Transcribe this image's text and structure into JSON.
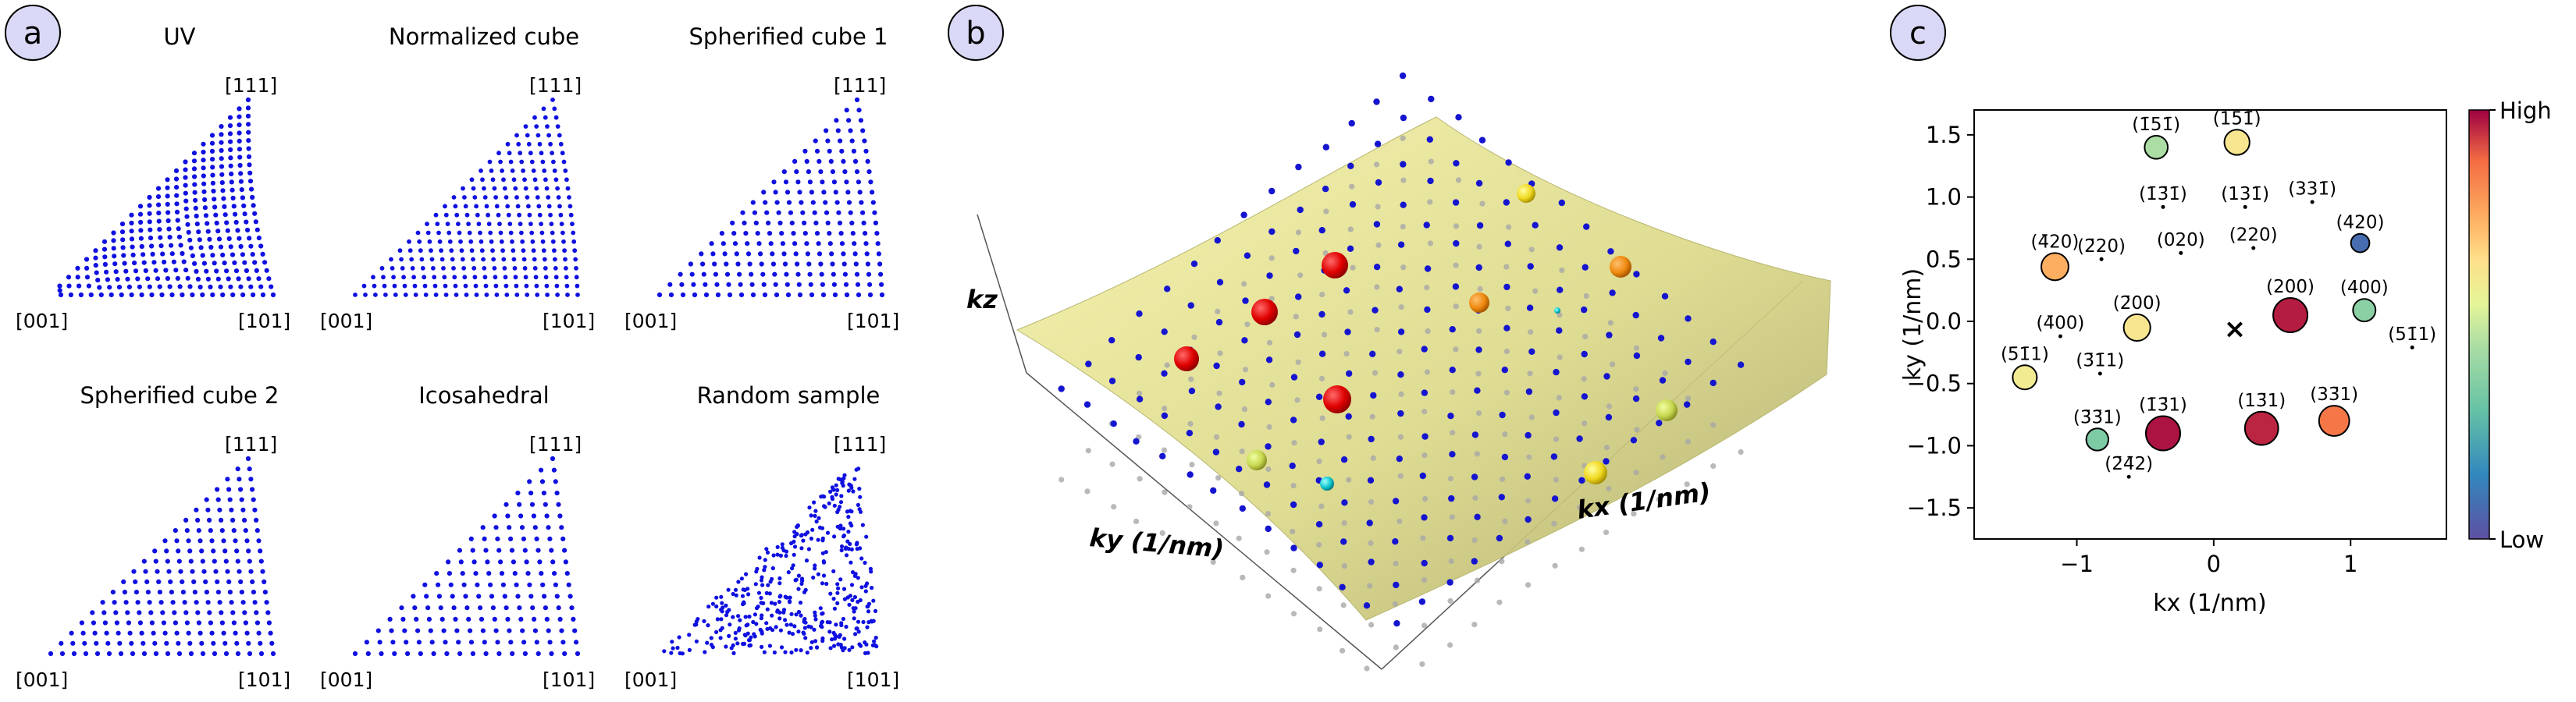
{
  "panel_a": {
    "badge": "a",
    "subplots": [
      {
        "title": "UV",
        "kind": "uv"
      },
      {
        "title": "Normalized cube",
        "kind": "normcube"
      },
      {
        "title": "Spherified cube 1",
        "kind": "sph1"
      },
      {
        "title": "Spherified cube 2",
        "kind": "sph2"
      },
      {
        "title": "Icosahedral",
        "kind": "ico"
      },
      {
        "title": "Random sample",
        "kind": "random"
      }
    ],
    "corner_labels": {
      "top": "[111]",
      "left": "[001]",
      "right": "[101]"
    },
    "point_color": "#1010e0"
  },
  "panel_b": {
    "badge": "b",
    "axis_labels": {
      "kz": "kz",
      "ky": "ky (1/nm)",
      "kx": "kx (1/nm)"
    },
    "surface_color": "#e2e08a",
    "point_color": "#1515d0"
  },
  "panel_c": {
    "badge": "c",
    "xlabel": "kx (1/nm)",
    "ylabel": "ky (1/nm)",
    "colorbar": {
      "high": "High",
      "low": "Low"
    },
    "center_marker": "×",
    "chart_data": {
      "type": "scatter",
      "xlim": [
        -1.75,
        1.7
      ],
      "ylim": [
        -1.75,
        1.7
      ],
      "xticks": [
        -1,
        0,
        1
      ],
      "yticks": [
        -1.5,
        -1.0,
        -0.5,
        0.0,
        0.5,
        1.0,
        1.5
      ],
      "x_tick_labels": [
        "−1",
        "0",
        "1"
      ],
      "y_tick_labels": [
        "−1.5",
        "−1.0",
        "−0.5",
        "0.0",
        "0.5",
        "1.0",
        "1.5"
      ],
      "points": [
        {
          "label": "(1̄51̄)",
          "x": -0.42,
          "y": 1.4,
          "intensity": 0.45,
          "size": 0.45
        },
        {
          "label": "(151̄)",
          "x": 0.17,
          "y": 1.44,
          "intensity": 0.62,
          "size": 0.55
        },
        {
          "label": "(1̄3̄1̄)",
          "x": -0.37,
          "y": 0.92,
          "intensity": 0.0,
          "size": 0.0
        },
        {
          "label": "(131̄)",
          "x": 0.23,
          "y": 0.92,
          "intensity": 0.0,
          "size": 0.0
        },
        {
          "label": "(331̄)",
          "x": 0.72,
          "y": 0.96,
          "intensity": 0.0,
          "size": 0.0
        },
        {
          "label": "(420)",
          "x": 1.07,
          "y": 0.63,
          "intensity": 0.08,
          "size": 0.22
        },
        {
          "label": "(4̄20)",
          "x": -1.16,
          "y": 0.44,
          "intensity": 0.75,
          "size": 0.65
        },
        {
          "label": "(2̄20)",
          "x": -0.82,
          "y": 0.5,
          "intensity": 0.0,
          "size": 0.0
        },
        {
          "label": "(020)",
          "x": -0.24,
          "y": 0.55,
          "intensity": 0.0,
          "size": 0.0
        },
        {
          "label": "(220)",
          "x": 0.29,
          "y": 0.59,
          "intensity": 0.0,
          "size": 0.0
        },
        {
          "label": "(400)",
          "x": 1.1,
          "y": 0.09,
          "intensity": 0.38,
          "size": 0.42
        },
        {
          "label": "(4̄00)",
          "x": -1.12,
          "y": -0.12,
          "intensity": 0.0,
          "size": 0.0
        },
        {
          "label": "(2̄00)",
          "x": -0.56,
          "y": -0.05,
          "intensity": 0.62,
          "size": 0.62
        },
        {
          "label": "(200)",
          "x": 0.56,
          "y": 0.05,
          "intensity": 0.97,
          "size": 1.0
        },
        {
          "label": "(51̄1)",
          "x": 1.45,
          "y": -0.21,
          "intensity": 0.0,
          "size": 0.0
        },
        {
          "label": "(5̄1̄1)",
          "x": -1.38,
          "y": -0.45,
          "intensity": 0.6,
          "size": 0.5
        },
        {
          "label": "(3̄1̄1)",
          "x": -0.83,
          "y": -0.42,
          "intensity": 0.0,
          "size": 0.0
        },
        {
          "label": "(3̄3̄1)",
          "x": -0.85,
          "y": -0.95,
          "intensity": 0.35,
          "size": 0.4
        },
        {
          "label": "(1̄3̄1)",
          "x": -0.37,
          "y": -0.9,
          "intensity": 0.98,
          "size": 1.0
        },
        {
          "label": "(13̄1)",
          "x": 0.35,
          "y": -0.86,
          "intensity": 0.96,
          "size": 0.95
        },
        {
          "label": "(33̄1)",
          "x": 0.88,
          "y": -0.8,
          "intensity": 0.86,
          "size": 0.8
        },
        {
          "label": "(2̄4̄2)",
          "x": -0.62,
          "y": -1.25,
          "intensity": 0.0,
          "size": 0.0
        }
      ]
    }
  }
}
